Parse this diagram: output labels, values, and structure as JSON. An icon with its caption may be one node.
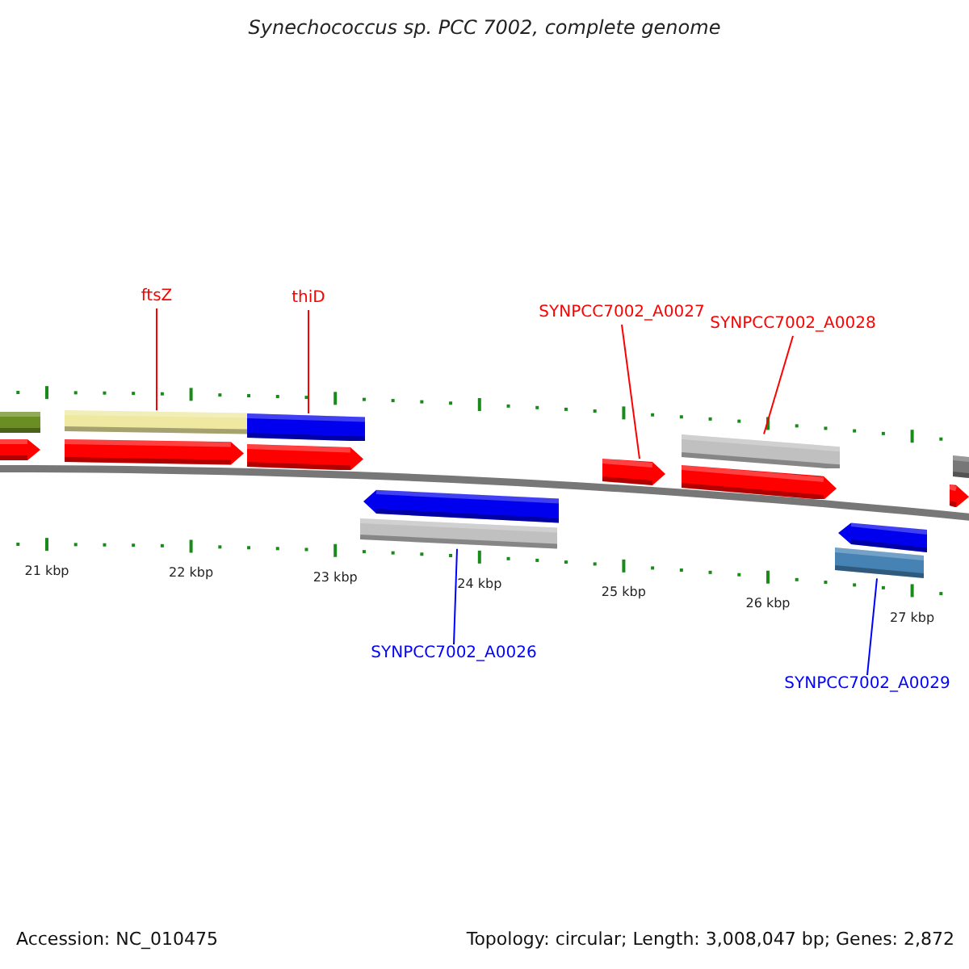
{
  "diagram": {
    "title": "Synechococcus sp. PCC 7002, complete genome",
    "nodes": [
      {
        "text": [
          "ftsZ"
        ]
      },
      {
        "text": [],
        "shape": "bar"
      },
      {
        "text": [
          "thiD"
        ]
      },
      {
        "text": [],
        "shape": "bar"
      },
      {
        "text": [
          "SYNPCC7002_A0027"
        ]
      },
      {
        "text": [],
        "shape": "bar"
      },
      {
        "text": [
          "SYNPCC7002_A0028"
        ]
      },
      {
        "text": [],
        "shape": "bar"
      },
      {
        "text": [],
        "shape": "bar"
      },
      {
        "text": [
          "SYNPCC7002_A0026"
        ]
      },
      {
        "text": [],
        "shape": "bar"
      },
      {
        "text": [
          "SYNPCC7002_A0029"
        ]
      }
    ],
    "edges": [
      {
        "from": 0,
        "to": 1,
        "arrow": "none"
      },
      {
        "from": 2,
        "to": 3,
        "arrow": "none"
      },
      {
        "from": 4,
        "to": 5,
        "arrow": "none"
      },
      {
        "from": 6,
        "to": 7,
        "arrow": "none"
      },
      {
        "from": 9,
        "to": 8,
        "arrow": "none",
        "color": "#0000ff"
      },
      {
        "from": 11,
        "to": 10,
        "arrow": "none",
        "color": "#0000ff"
      }
    ],
    "labels": [
      "21 kbp",
      "22 kbp",
      "23 kbp",
      "24 kbp",
      "25 kbp",
      "26 kbp",
      "27 kbp",
      "Accession: NC_010475",
      "Topology: circular; Length: 3,008,047 bp; Genes: 2,872"
    ]
  }
}
